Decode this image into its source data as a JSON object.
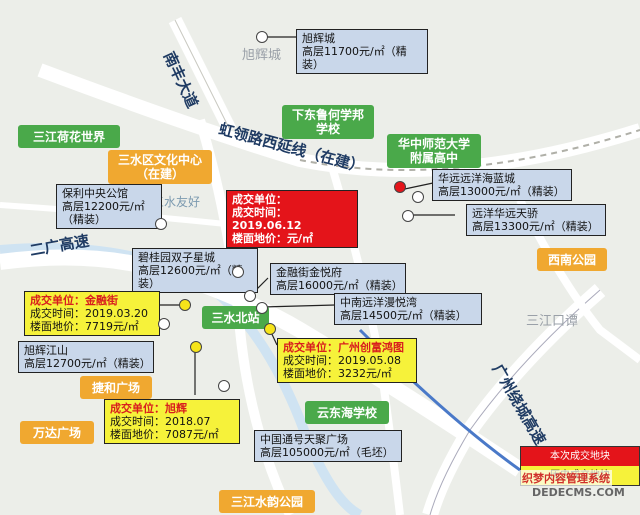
{
  "roads": {
    "nanshan": "南丰大道",
    "hongling": "虹领路西延线（在建）",
    "erguang": "二广高速",
    "guangfo": "广州绕城高速"
  },
  "areas": {
    "xuhui": "旭辉城",
    "sanjiangkou": "三江口谭"
  },
  "landmarks": {
    "sanjiang_hehua": "三江荷花世界",
    "xiadong": "下东鲁何学邦学校",
    "huazhong": "华中师范大学附属高中",
    "wenhua": "三水区文化中心（在建）",
    "xinan_park": "西南公园",
    "sanshui_north": "三水北站",
    "jiehe": "捷和广场",
    "wanda": "万达广场",
    "yundong_hai": "云东海学校",
    "sanjiang_shuiyun": "三江水韵公园",
    "sanshui_youhao": "三水友好"
  },
  "callouts": {
    "xuhui": {
      "name": "旭辉城",
      "price": "高层11700元/㎡（精装）"
    },
    "baoli": {
      "name": "保利中央公馆",
      "price": "高层12200元/㎡（精装）"
    },
    "huayuan_lan": {
      "name": "华远远洋海蓝城",
      "price": "高层13000元/㎡（精装）"
    },
    "yuanyang": {
      "name": "远洋华远天骄",
      "price": "高层13300元/㎡（精装）"
    },
    "biguiyuan": {
      "name": "碧桂园双子星城",
      "price": "高层12600元/㎡（精装）"
    },
    "jinrong_jie": {
      "name": "金融街金悦府",
      "price": "高层16000元/㎡（精装）"
    },
    "zhongnan": {
      "name": "中南远洋漫悦湾",
      "price": "高层14500元/㎡（精装）"
    },
    "xuhui_jiangshan": {
      "name": "旭辉江山",
      "price": "高层12700元/㎡（精装）"
    },
    "zhongguo_tongyu": {
      "name": "中国通号天聚广场",
      "price": "高层105000元/㎡（毛坯）"
    }
  },
  "deals": {
    "current": {
      "unit": "成交单位：",
      "time": "成交时间：2019.06.12",
      "land": "楼面地价：元/㎡"
    },
    "jinrongjie": {
      "unit": "成交单位：金融街",
      "time": "成交时间：2019.03.20",
      "land": "楼面地价：7719元/㎡"
    },
    "guangzhou": {
      "unit": "成交单位：广州创富鸿图",
      "time": "成交时间：2019.05.08",
      "land": "楼面地价：3232元/㎡"
    },
    "xuhui": {
      "unit": "成交单位：旭辉",
      "time": "成交时间：2018.07",
      "land": "楼面地价：7087元/㎡"
    }
  },
  "legend": {
    "current": "本次成交地块",
    "history": "历史成交地块"
  },
  "watermark": {
    "line1": "织梦内容管理系统",
    "line2": "DEDECMS.COM"
  },
  "colors": {
    "red": "#e4141a",
    "yellow": "#f6f23a",
    "blue": "#c9d7ea",
    "green": "#4aa94a",
    "orange": "#f0a830"
  }
}
